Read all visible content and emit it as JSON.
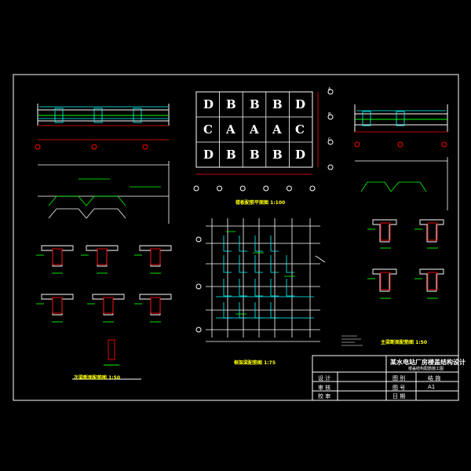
{
  "drawing": {
    "panel_rows": [
      [
        "D",
        "B",
        "B",
        "B",
        "D"
      ],
      [
        "C",
        "A",
        "A",
        "A",
        "C"
      ],
      [
        "D",
        "B",
        "B",
        "B",
        "D"
      ]
    ],
    "axis_letters_top": [
      "A",
      "B",
      "C"
    ],
    "slab_plan_title": "楼板配筋平面图  1:100",
    "beam_plan_title": "框架梁配筋图  1:75",
    "left_sections_title": "次梁断面配筋图  1:50",
    "right_sections_title": "主梁断面配筋图  1:50"
  },
  "title_block": {
    "project": "某水电站厂房楼盖结构设计",
    "subtitle": "楼盖结构配筋施工图",
    "rows": [
      [
        "设 计",
        "",
        "图 别",
        "结 施"
      ],
      [
        "审 核",
        "",
        "图 号",
        "A1"
      ],
      [
        "校 审",
        "",
        "日 期",
        ""
      ]
    ]
  },
  "colors": {
    "background": "#000000",
    "frame": "#ffffff",
    "dimension": "#ff0000",
    "rebar": "#00ff00",
    "text": "#ffff00",
    "hatch": "#00ffff"
  }
}
